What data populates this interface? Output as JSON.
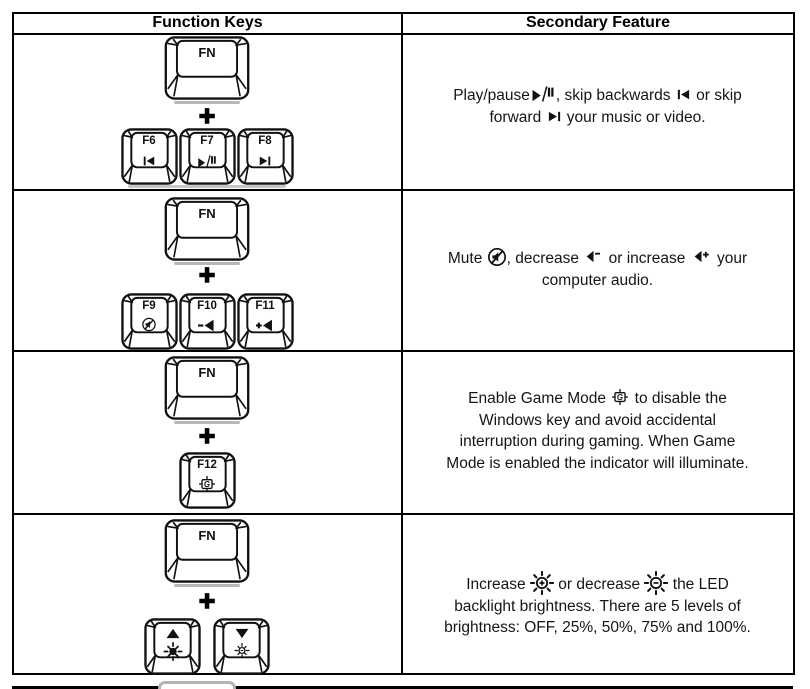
{
  "table": {
    "headers": [
      {
        "label": "Function Keys"
      },
      {
        "label": "Secondary Feature"
      }
    ],
    "rows": [
      {
        "name": "media-controls",
        "keys": {
          "fn": "FN",
          "plus": "+",
          "keycaps": [
            {
              "label": "F6",
              "icon": "skip-back"
            },
            {
              "label": "F7",
              "icon": "play-pause"
            },
            {
              "label": "F8",
              "icon": "skip-forward"
            }
          ]
        },
        "feature": {
          "segments": [
            {
              "t": "Play/pause"
            },
            {
              "i": "play-pause"
            },
            {
              "t": ", skip backwards "
            },
            {
              "i": "skip-back"
            },
            {
              "t": " or skip"
            },
            {
              "b": 1
            },
            {
              "t": "forward "
            },
            {
              "i": "skip-forward"
            },
            {
              "t": " your music or video."
            }
          ]
        }
      },
      {
        "name": "audio-controls",
        "keys": {
          "fn": "FN",
          "plus": "+",
          "keycaps": [
            {
              "label": "F9",
              "icon": "mute"
            },
            {
              "label": "F10",
              "icon": "vol-down"
            },
            {
              "label": "F11",
              "icon": "vol-up"
            }
          ]
        },
        "feature": {
          "segments": [
            {
              "t": "Mute "
            },
            {
              "i": "mute"
            },
            {
              "t": ", decrease "
            },
            {
              "i": "vol-down"
            },
            {
              "t": " or increase "
            },
            {
              "i": "vol-up"
            },
            {
              "t": " your"
            },
            {
              "b": 1
            },
            {
              "t": "computer audio."
            }
          ]
        }
      },
      {
        "name": "game-mode",
        "keys": {
          "fn": "FN",
          "plus": "+",
          "keycaps": [
            {
              "label": "F12",
              "icon": "game-mode"
            }
          ]
        },
        "feature": {
          "segments": [
            {
              "t": "Enable Game Mode "
            },
            {
              "i": "game-mode"
            },
            {
              "t": " to disable the"
            },
            {
              "b": 1
            },
            {
              "t": "Windows key and avoid accidental"
            },
            {
              "b": 1
            },
            {
              "t": "interruption during gaming. When Game"
            },
            {
              "b": 1
            },
            {
              "t": "Mode is enabled the indicator will illuminate."
            }
          ]
        }
      },
      {
        "name": "backlight-brightness",
        "keys": {
          "fn": "FN",
          "plus": "+",
          "keycaps": [
            {
              "icon_top": "arrow-up",
              "icon_bottom": "sun-filled"
            },
            {
              "icon_top": "arrow-down",
              "icon_bottom": "sun-outline"
            }
          ]
        },
        "feature": {
          "segments": [
            {
              "t": "Increase "
            },
            {
              "i": "brightness-up"
            },
            {
              "t": " or decrease "
            },
            {
              "i": "brightness-down"
            },
            {
              "t": " the LED"
            },
            {
              "b": 1
            },
            {
              "t": "backlight brightness. There are 5 levels of"
            },
            {
              "b": 1
            },
            {
              "t": "brightness: OFF, 25%, 50%, 75% and 100%."
            }
          ]
        }
      }
    ]
  },
  "colors": {
    "border": "#000000",
    "background": "#ffffff",
    "shadow": "#b8b8b8"
  }
}
